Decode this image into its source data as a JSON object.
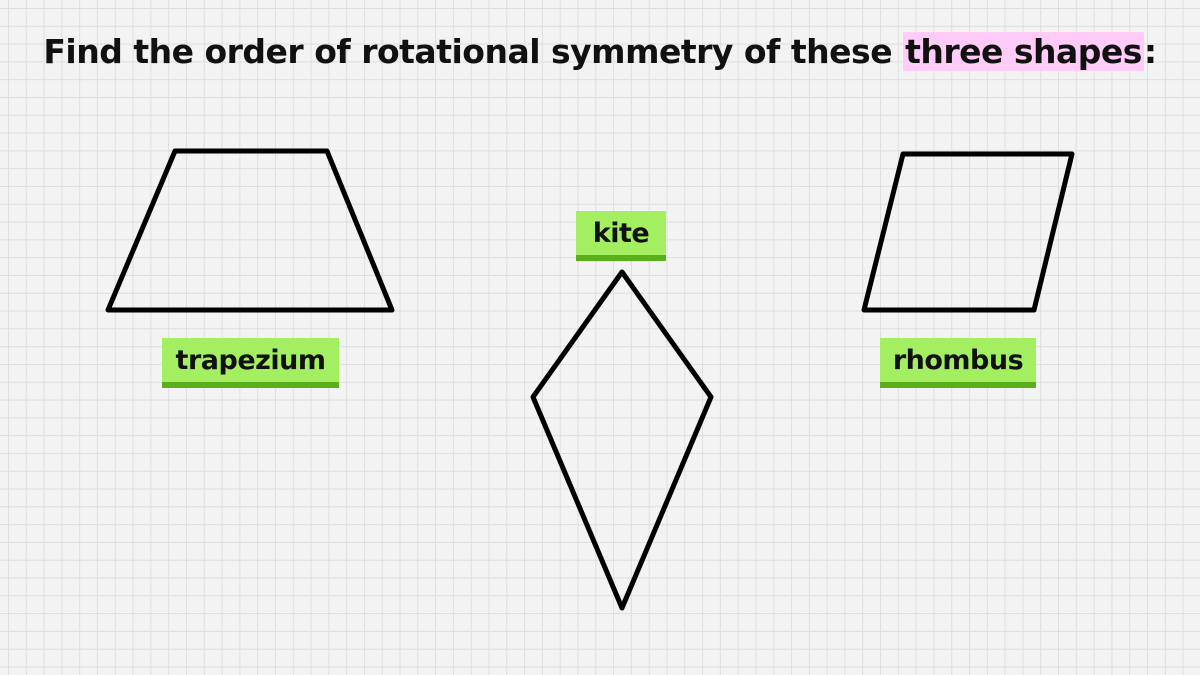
{
  "question": {
    "prefix": "Find the order of rotational symmetry of these ",
    "highlight": "three shapes",
    "suffix": ":"
  },
  "shapes": [
    {
      "name": "trapezium",
      "label": "trapezium"
    },
    {
      "name": "kite",
      "label": "kite"
    },
    {
      "name": "rhombus",
      "label": "rhombus"
    }
  ],
  "colors": {
    "label_bg": "#a4ee62",
    "label_bar": "#5aaf1c",
    "highlight": "#ffccf7",
    "stroke": "#000000"
  }
}
